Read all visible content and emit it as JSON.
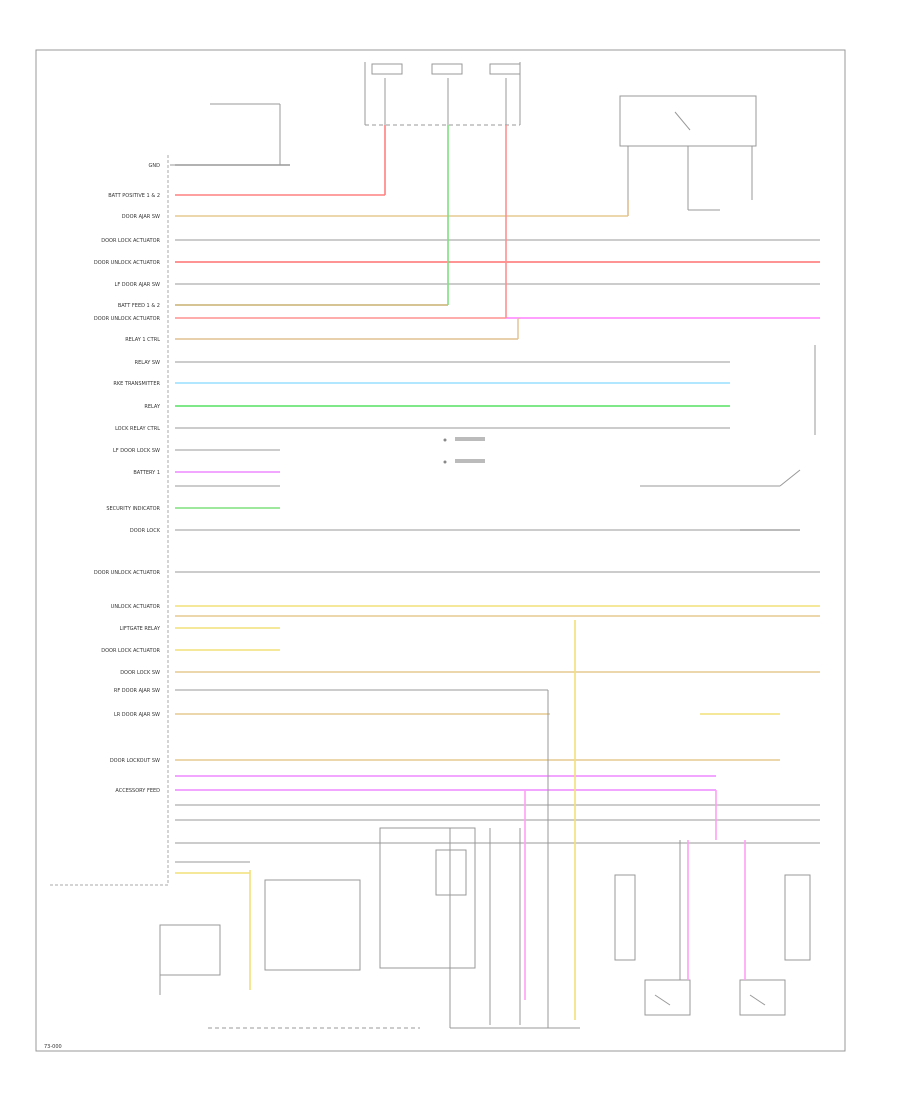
{
  "diagram": {
    "left_pin_labels": [
      "GND",
      "BATT POSITIVE 1 & 2",
      "DOOR AJAR SW",
      "DOOR LOCK ACTUATOR",
      "DOOR UNLOCK ACTUATOR",
      "LF DOOR AJAR SW",
      "BATT FEED 1 & 2",
      "DOOR UNLOCK ACTUATOR",
      "RELAY 1 CTRL",
      "RELAY SW",
      "RKE TRANSMITTER",
      "RELAY",
      "LOCK RELAY CTRL",
      "LF DOOR LOCK SW",
      "BATTERY 1",
      "SECURITY INDICATOR",
      "DOOR LOCK",
      "DOOR UNLOCK ACTUATOR",
      "UNLOCK ACTUATOR",
      "LIFTGATE RELAY",
      "DOOR LOCK ACTUATOR",
      "DOOR LOCK SW",
      "RF DOOR AJAR SW",
      "LR DOOR AJAR SW",
      "DOOR LOCKOUT SW",
      "ACCESSORY FEED"
    ],
    "footer_code": "73-000"
  }
}
